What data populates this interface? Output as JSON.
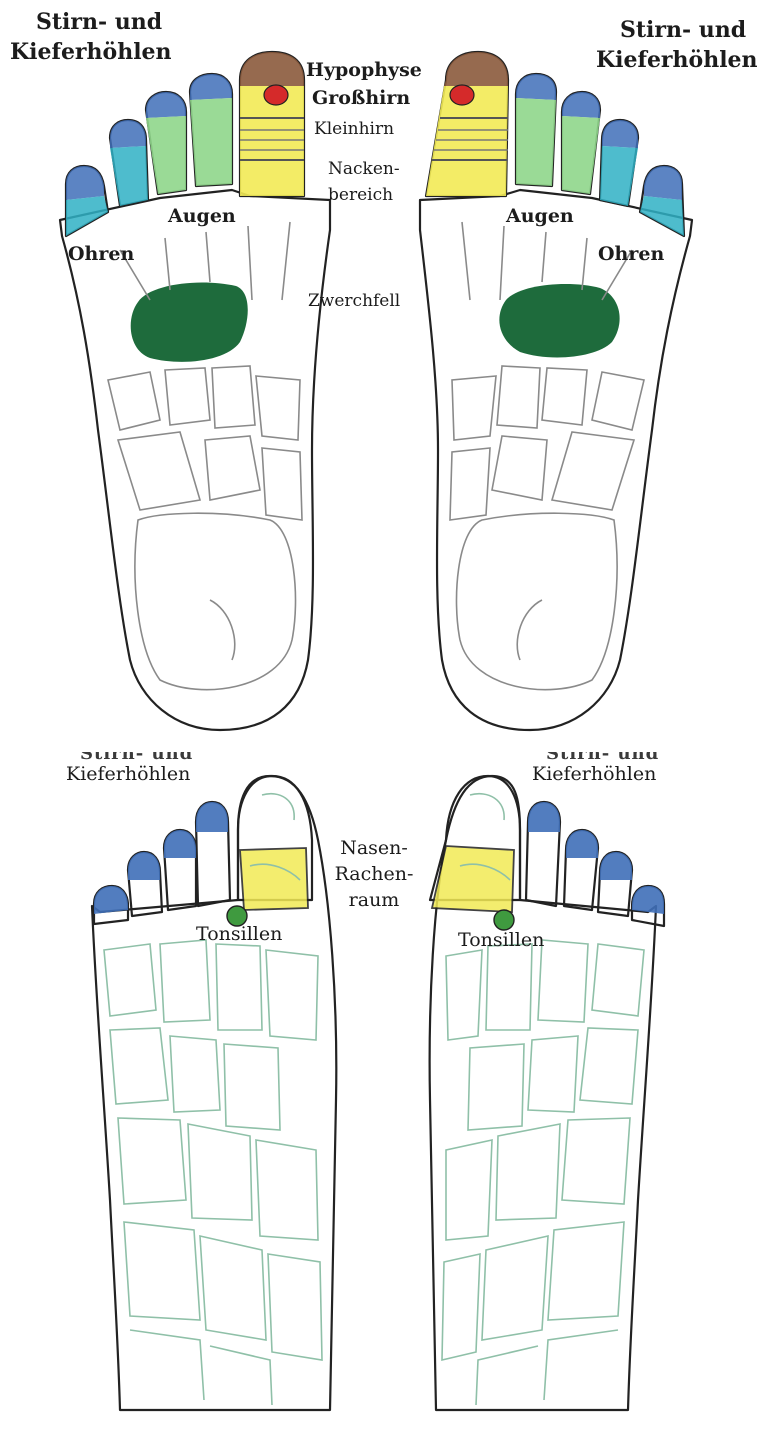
{
  "top": {
    "sinus_left": [
      "Stirn- und",
      "Kieferhöhlen"
    ],
    "sinus_right": [
      "Stirn- und",
      "Kieferhöhlen"
    ],
    "hypophyse": "Hypophyse",
    "grosshirn": "Großhirn",
    "kleinhirn": "Kleinhirn",
    "nacken": [
      "Nacken-",
      "bereich"
    ],
    "augen_left": "Augen",
    "augen_right": "Augen",
    "ohren_left": "Ohren",
    "ohren_right": "Ohren",
    "zwerchfell": "Zwerchfell"
  },
  "bottom": {
    "sinus_left_cut": "Stirn- und",
    "sinus_left": "Kieferhöhlen",
    "sinus_right_cut": "Stirn- und",
    "sinus_right": "Kieferhöhlen",
    "nasen": [
      "Nasen-",
      "Rachen-",
      "raum"
    ],
    "tonsillen_left": "Tonsillen",
    "tonsillen_right": "Tonsillen"
  },
  "colors": {
    "sinus_blue": "#3f6fb8",
    "ear_teal": "#2fb0c4",
    "eye_green": "#8fd68b",
    "brain_yellow": "#f2ea55",
    "pituitary_red": "#d52a2a",
    "crown_brown": "#8b5a3c",
    "diaphragm_green": "#1e6b3c",
    "tonsil_green": "#3f9a3f",
    "outline": "#222222",
    "bone_top": "#8a8a8a",
    "bone_bottom": "#8fc0a8"
  }
}
